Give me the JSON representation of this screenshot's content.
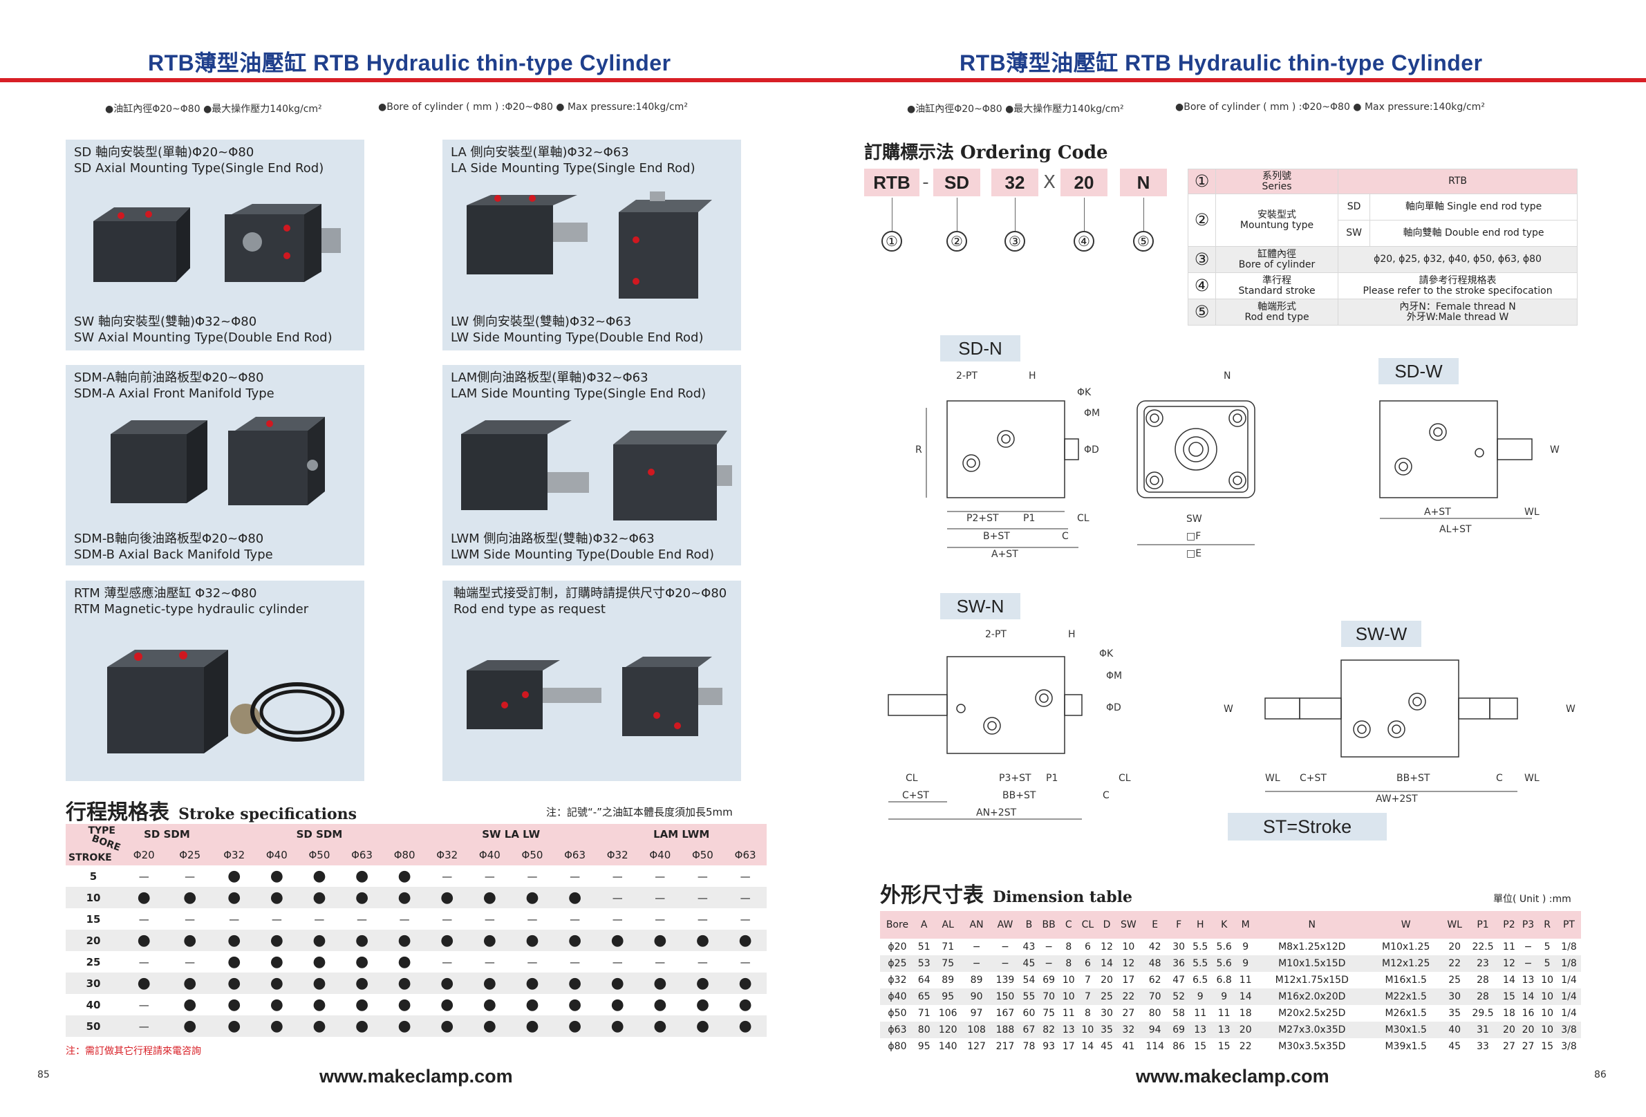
{
  "left_page": {
    "title": "RTB薄型油壓缸 RTB Hydraulic thin-type Cylinder",
    "spec_zh": "●油缸內徑Φ20~Φ80 ●最大操作壓力140kg/cm²",
    "spec_en": "●Bore of cylinder ( mm ) :Φ20~Φ80 ● Max pressure:140kg/cm²",
    "panels": [
      {
        "top": "SD 軸向安裝型(單軸)Φ20~Φ80",
        "top_en": "SD Axial Mounting Type(Single End Rod)",
        "bottom": "SW 軸向安裝型(雙軸)Φ32~Φ80",
        "bottom_en": "SW Axial Mounting Type(Double End Rod)"
      },
      {
        "top": "LA 側向安裝型(單軸)Φ32~Φ63",
        "top_en": "LA Side Mounting Type(Single End Rod)",
        "bottom": "LW 側向安裝型(雙軸)Φ32~Φ63",
        "bottom_en": "LW Side Mounting Type(Double End Rod)"
      },
      {
        "top": "SDM-A軸向前油路板型Φ20~Φ80",
        "top_en": "SDM-A Axial Front Manifold Type",
        "bottom": "SDM-B軸向後油路板型Φ20~Φ80",
        "bottom_en": "SDM-B Axial Back Manifold Type"
      },
      {
        "top": "LAM側向油路板型(單軸)Φ32~Φ63",
        "top_en": "LAM Side Mounting Type(Single End Rod)",
        "bottom": "LWM 側向油路板型(雙軸)Φ32~Φ63",
        "bottom_en": "LWM Side Mounting Type(Double End Rod)"
      },
      {
        "top": "RTM 薄型感應油壓缸 Φ32~Φ80",
        "top_en": "RTM Magnetic-type hydraulic cylinder",
        "bottom": "",
        "bottom_en": ""
      },
      {
        "top": "軸端型式接受訂制，訂購時請提供尺寸Φ20~Φ80",
        "top_en": "Rod end type as request",
        "bottom": "",
        "bottom_en": ""
      }
    ],
    "stroke_section": {
      "title_zh": "行程規格表",
      "title_en": "Stroke specifications",
      "note": "注：記號“-”之油缸本體長度須加長5mm",
      "corner_type": "TYPE",
      "corner_bore": "BORE",
      "corner_stroke": "STROKE",
      "groups": [
        "SD SDM",
        "SD SDM",
        "SW LA LW",
        "LAM LWM"
      ],
      "bores": [
        "Φ20",
        "Φ25",
        "Φ32",
        "Φ40",
        "Φ50",
        "Φ63",
        "Φ80",
        "Φ32",
        "Φ40",
        "Φ50",
        "Φ63",
        "Φ32",
        "Φ40",
        "Φ50",
        "Φ63"
      ],
      "rows": [
        {
          "stroke": "5",
          "cells": [
            "—",
            "—",
            "●",
            "●",
            "●",
            "●",
            "●",
            "—",
            "—",
            "—",
            "—",
            "—",
            "—",
            "—",
            "—"
          ]
        },
        {
          "stroke": "10",
          "cells": [
            "●",
            "●",
            "●",
            "●",
            "●",
            "●",
            "●",
            "●",
            "●",
            "●",
            "●",
            "—",
            "—",
            "—",
            "—"
          ]
        },
        {
          "stroke": "15",
          "cells": [
            "—",
            "—",
            "—",
            "—",
            "—",
            "—",
            "—",
            "—",
            "—",
            "—",
            "—",
            "—",
            "—",
            "—",
            "—"
          ]
        },
        {
          "stroke": "20",
          "cells": [
            "●",
            "●",
            "●",
            "●",
            "●",
            "●",
            "●",
            "●",
            "●",
            "●",
            "●",
            "●",
            "●",
            "●",
            "●"
          ]
        },
        {
          "stroke": "25",
          "cells": [
            "—",
            "—",
            "●",
            "●",
            "●",
            "●",
            "●",
            "—",
            "—",
            "—",
            "—",
            "—",
            "—",
            "—",
            "—"
          ]
        },
        {
          "stroke": "30",
          "cells": [
            "●",
            "●",
            "●",
            "●",
            "●",
            "●",
            "●",
            "●",
            "●",
            "●",
            "●",
            "●",
            "●",
            "●",
            "●"
          ]
        },
        {
          "stroke": "40",
          "cells": [
            "—",
            "●",
            "●",
            "●",
            "●",
            "●",
            "●",
            "●",
            "●",
            "●",
            "●",
            "●",
            "●",
            "●",
            "●"
          ]
        },
        {
          "stroke": "50",
          "cells": [
            "—",
            "●",
            "●",
            "●",
            "●",
            "●",
            "●",
            "●",
            "●",
            "●",
            "●",
            "●",
            "●",
            "●",
            "●"
          ]
        }
      ],
      "footnote": "注：需訂做其它行程請來電咨詢"
    },
    "url": "www.makeclamp.com",
    "page": "85"
  },
  "right_page": {
    "title": "RTB薄型油壓缸 RTB Hydraulic thin-type Cylinder",
    "spec_zh": "●油缸內徑Φ20~Φ80 ●最大操作壓力140kg/cm²",
    "spec_en": "●Bore of cylinder ( mm ) :Φ20~Φ80 ● Max pressure:140kg/cm²",
    "ordering": {
      "title": "訂購標示法 Ordering Code",
      "codes": [
        "RTB",
        "SD",
        "32",
        "20",
        "N"
      ],
      "sep1": "-",
      "sep2": "X",
      "nums": [
        "①",
        "②",
        "③",
        "④",
        "⑤"
      ],
      "rows": [
        {
          "num": "①",
          "zh": "系列號",
          "en": "Series",
          "code": "",
          "value": "RTB"
        },
        {
          "num": "②",
          "zh": "安裝型式",
          "en": "Mountung type",
          "code": "SD",
          "value": "軸向單軸 Single end rod type",
          "code2": "SW",
          "value2": "軸向雙軸 Double end rod type"
        },
        {
          "num": "③",
          "zh": "缸體內徑",
          "en": "Bore of cylinder",
          "code": "",
          "value": "ϕ20, ϕ25, ϕ32, ϕ40, ϕ50, ϕ63, ϕ80"
        },
        {
          "num": "④",
          "zh": "準行程",
          "en": "Standard stroke",
          "code": "",
          "value": "請參考行程規格表",
          "value_en": "Please refer to the stroke specifocation"
        },
        {
          "num": "⑤",
          "zh": "軸端形式",
          "en": "Rod end type",
          "code": "",
          "value": "內牙N：Female thread N",
          "value_en": "外牙W:Male thread W"
        }
      ]
    },
    "drawings": {
      "sdn": "SD-N",
      "sdw": "SD-W",
      "swn": "SW-N",
      "sww": "SW-W",
      "labels": {
        "pt": "2-PT",
        "h": "H",
        "k": "ΦK",
        "m": "ΦM",
        "d": "ΦD",
        "n": "N",
        "r": "R",
        "w": "W",
        "p2st": "P2+ST",
        "p1": "P1",
        "cl": "CL",
        "bst": "B+ST",
        "c": "C",
        "ast": "A+ST",
        "sw": "SW",
        "f": "□F",
        "e": "□E",
        "wl": "WL",
        "alst": "AL+ST",
        "cst": "C+ST",
        "p3st": "P3+ST",
        "bbst": "BB+ST",
        "an2st": "AN+2ST",
        "aw2st": "AW+2ST"
      }
    },
    "stroke_note": "ST=Stroke",
    "dimension": {
      "title_zh": "外形尺寸表",
      "title_en": "Dimension table",
      "unit": "單位( Unit ) :mm",
      "headers": [
        "Bore",
        "A",
        "AL",
        "AN",
        "AW",
        "B",
        "BB",
        "C",
        "CL",
        "D",
        "SW",
        "E",
        "F",
        "H",
        "K",
        "M",
        "N",
        "W",
        "WL",
        "P1",
        "P2",
        "P3",
        "R",
        "PT"
      ],
      "rows": [
        [
          "ϕ20",
          "51",
          "71",
          "−",
          "−",
          "43",
          "−",
          "8",
          "6",
          "12",
          "10",
          "42",
          "30",
          "5.5",
          "5.6",
          "9",
          "M8x1.25x12D",
          "M10x1.25",
          "20",
          "22.5",
          "11",
          "−",
          "5",
          "1/8"
        ],
        [
          "ϕ25",
          "53",
          "75",
          "−",
          "−",
          "45",
          "−",
          "8",
          "6",
          "14",
          "12",
          "48",
          "36",
          "5.5",
          "5.6",
          "9",
          "M10x1.5x15D",
          "M12x1.25",
          "22",
          "23",
          "12",
          "−",
          "5",
          "1/8"
        ],
        [
          "ϕ32",
          "64",
          "89",
          "89",
          "139",
          "54",
          "69",
          "10",
          "7",
          "20",
          "17",
          "62",
          "47",
          "6.5",
          "6.8",
          "11",
          "M12x1.75x15D",
          "M16x1.5",
          "25",
          "28",
          "14",
          "13",
          "10",
          "1/4"
        ],
        [
          "ϕ40",
          "65",
          "95",
          "90",
          "150",
          "55",
          "70",
          "10",
          "7",
          "25",
          "22",
          "70",
          "52",
          "9",
          "9",
          "14",
          "M16x2.0x20D",
          "M22x1.5",
          "30",
          "28",
          "15",
          "14",
          "10",
          "1/4"
        ],
        [
          "ϕ50",
          "71",
          "106",
          "97",
          "167",
          "60",
          "75",
          "11",
          "8",
          "30",
          "27",
          "80",
          "58",
          "11",
          "11",
          "18",
          "M20x2.5x25D",
          "M26x1.5",
          "35",
          "29.5",
          "18",
          "16",
          "10",
          "1/4"
        ],
        [
          "ϕ63",
          "80",
          "120",
          "108",
          "188",
          "67",
          "82",
          "13",
          "10",
          "35",
          "32",
          "94",
          "69",
          "13",
          "13",
          "20",
          "M27x3.0x35D",
          "M30x1.5",
          "40",
          "31",
          "20",
          "20",
          "10",
          "3/8"
        ],
        [
          "ϕ80",
          "95",
          "140",
          "127",
          "217",
          "78",
          "93",
          "17",
          "14",
          "45",
          "41",
          "114",
          "86",
          "15",
          "15",
          "22",
          "M30x3.5x35D",
          "M39x1.5",
          "45",
          "33",
          "27",
          "27",
          "15",
          "3/8"
        ]
      ]
    },
    "url": "www.makeclamp.com",
    "page": "86"
  }
}
